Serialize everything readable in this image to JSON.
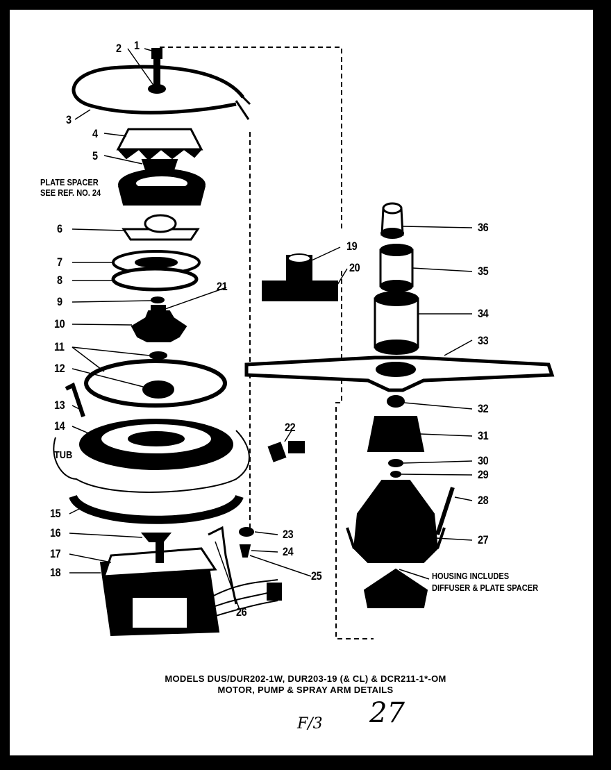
{
  "diagram": {
    "callouts": [
      {
        "id": "c1",
        "text": "1"
      },
      {
        "id": "c2",
        "text": "2"
      },
      {
        "id": "c3",
        "text": "3"
      },
      {
        "id": "c4",
        "text": "4"
      },
      {
        "id": "c5",
        "text": "5"
      },
      {
        "id": "c6",
        "text": "6"
      },
      {
        "id": "c7",
        "text": "7"
      },
      {
        "id": "c8",
        "text": "8"
      },
      {
        "id": "c9",
        "text": "9"
      },
      {
        "id": "c10",
        "text": "10"
      },
      {
        "id": "c11",
        "text": "11"
      },
      {
        "id": "c12",
        "text": "12"
      },
      {
        "id": "c13",
        "text": "13"
      },
      {
        "id": "c14",
        "text": "14"
      },
      {
        "id": "c15",
        "text": "15"
      },
      {
        "id": "c16",
        "text": "16"
      },
      {
        "id": "c17",
        "text": "17"
      },
      {
        "id": "c18",
        "text": "18"
      },
      {
        "id": "c19",
        "text": "19"
      },
      {
        "id": "c20",
        "text": "20"
      },
      {
        "id": "c21",
        "text": "21"
      },
      {
        "id": "c22",
        "text": "22"
      },
      {
        "id": "c23",
        "text": "23"
      },
      {
        "id": "c24",
        "text": "24"
      },
      {
        "id": "c25",
        "text": "25"
      },
      {
        "id": "c26",
        "text": "26"
      },
      {
        "id": "c27",
        "text": "27"
      },
      {
        "id": "c28",
        "text": "28"
      },
      {
        "id": "c29",
        "text": "29"
      },
      {
        "id": "c30",
        "text": "30"
      },
      {
        "id": "c31",
        "text": "31"
      },
      {
        "id": "c32",
        "text": "32"
      },
      {
        "id": "c33",
        "text": "33"
      },
      {
        "id": "c34",
        "text": "34"
      },
      {
        "id": "c35",
        "text": "35"
      },
      {
        "id": "c36",
        "text": "36"
      }
    ],
    "notes": {
      "plate_spacer_1": "PLATE SPACER",
      "plate_spacer_2": "SEE REF. NO. 24",
      "tub": "TUB",
      "housing_1": "HOUSING INCLUDES",
      "housing_2": "DIFFUSER & PLATE SPACER"
    },
    "caption": {
      "line1": "MODELS DUS/DUR202-1W, DUR203-19 (& CL) & DCR211-1*-OM",
      "line2": "MOTOR, PUMP & SPRAY ARM DETAILS"
    },
    "handwriting": {
      "fig": "F/3",
      "page": "27"
    }
  }
}
